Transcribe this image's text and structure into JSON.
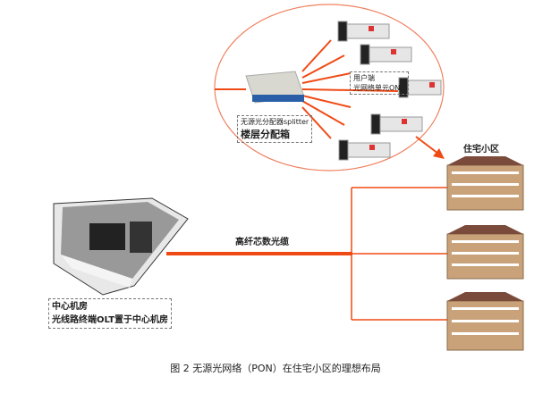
{
  "splitter": {
    "line1": "无源光分配器splitter",
    "line2": "楼层分配箱"
  },
  "onu": {
    "line1": "用户端",
    "line2": "光网络单元ONU"
  },
  "community": {
    "label": "住宅小区"
  },
  "cable": {
    "label": "高纤芯数光缆"
  },
  "central_office": {
    "line1": "中心机房",
    "line2": "光线路终端OLT置于中心机房"
  },
  "caption": "图 2 无源光网络（PON）在住宅小区的理想布局",
  "colors": {
    "fiber": "#f04a14",
    "ellipse": "#f08060"
  }
}
